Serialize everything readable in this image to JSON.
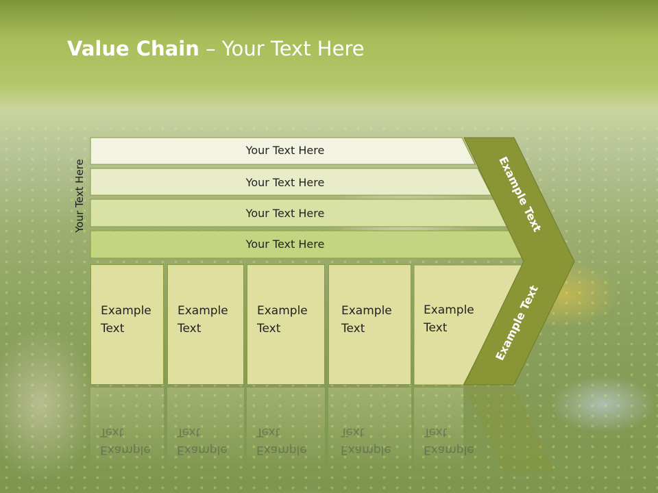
{
  "slide": {
    "title_bold": "Value Chain",
    "title_rest": " – Your Text Here",
    "side_label": "Your Text Here",
    "bars": [
      {
        "label": "Your Text Here",
        "fill": "#f3f3e1"
      },
      {
        "label": "Your Text Here",
        "fill": "#e9ecc9"
      },
      {
        "label": "Your Text Here",
        "fill": "#d8e2a5"
      },
      {
        "label": "Your Text Here",
        "fill": "#c4d581"
      }
    ],
    "boxes": [
      {
        "line1": "Example",
        "line2": "Text"
      },
      {
        "line1": "Example",
        "line2": "Text"
      },
      {
        "line1": "Example",
        "line2": "Text"
      },
      {
        "line1": "Example",
        "line2": "Text"
      },
      {
        "line1": "Example",
        "line2": "Text"
      }
    ],
    "chevron_top": "Example Text",
    "chevron_bottom": "Example Text",
    "colors": {
      "chevron": "#8a9535",
      "box": "#dfdf9f",
      "border": "#8a9a3c"
    }
  }
}
